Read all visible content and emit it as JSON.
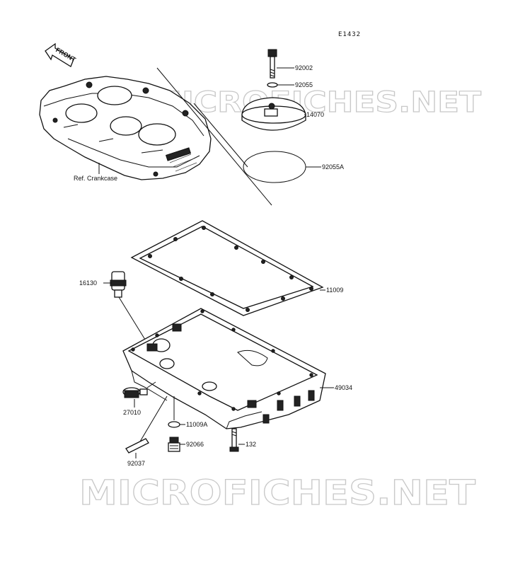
{
  "diagram_code": "E1432",
  "front_label": "FRONT",
  "ref_label": "Ref. Crankcase",
  "watermark": "MICROFICHES.NET",
  "parts": [
    {
      "id": "p92002",
      "number": "92002"
    },
    {
      "id": "p92055",
      "number": "92055"
    },
    {
      "id": "p14070",
      "number": "14070"
    },
    {
      "id": "p92055a",
      "number": "92055A"
    },
    {
      "id": "p11009",
      "number": "11009"
    },
    {
      "id": "p16130",
      "number": "16130"
    },
    {
      "id": "p49034",
      "number": "49034"
    },
    {
      "id": "p27010",
      "number": "27010"
    },
    {
      "id": "p11009a",
      "number": "11009A"
    },
    {
      "id": "p132",
      "number": "132"
    },
    {
      "id": "p92066",
      "number": "92066"
    },
    {
      "id": "p92037",
      "number": "92037"
    }
  ]
}
